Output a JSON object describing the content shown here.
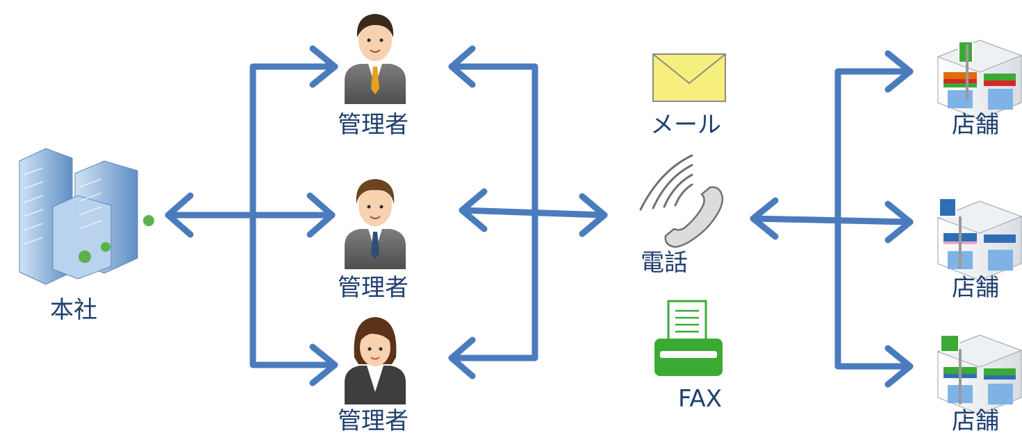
{
  "colors": {
    "arrow": "#4a7bbd",
    "label": "#1f3f6e",
    "mail_fill": "#f7ef7d",
    "fax_green": "#3aaa35",
    "building_blue": "#7ea9d6",
    "suit_gray": "#6f6f6f"
  },
  "nodes": {
    "headquarters": {
      "label": "本社",
      "icon": "office-building-icon"
    },
    "managers": [
      {
        "label": "管理者",
        "icon": "male-manager-icon"
      },
      {
        "label": "管理者",
        "icon": "male-manager-icon"
      },
      {
        "label": "管理者",
        "icon": "female-manager-icon"
      }
    ],
    "channels": [
      {
        "label": "メール",
        "icon": "mail-envelope-icon"
      },
      {
        "label": "電話",
        "icon": "telephone-icon"
      },
      {
        "label": "FAX",
        "icon": "fax-machine-icon"
      }
    ],
    "stores": [
      {
        "label": "店舗",
        "icon": "convenience-store-icon"
      },
      {
        "label": "店舗",
        "icon": "convenience-store-icon"
      },
      {
        "label": "店舗",
        "icon": "convenience-store-icon"
      }
    ]
  }
}
